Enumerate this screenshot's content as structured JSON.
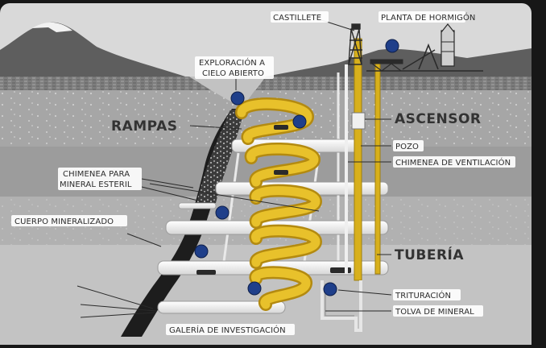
{
  "labels": {
    "castillete": "CASTILLETE",
    "planta_hormigon": "PLANTA DE HORMIGÓN",
    "exploracion_line1": "EXPLORACIÓN A",
    "exploracion_line2": "CIELO ABIERTO",
    "rampas": "RAMPAS",
    "ascensor": "ASCENSOR",
    "pozo": "POZO",
    "chimenea_ventilacion": "CHIMENEA DE VENTILACIÓN",
    "chimenea_esteril_line1": "CHIMENEA PARA",
    "chimenea_esteril_line2": "MINERAL ESTERIL",
    "cuerpo_mineralizado": "CUERPO MINERALIZADO",
    "tuberia": "TUBERÍA",
    "trituracion": "TRITURACIÓN",
    "tolva": "TOLVA DE MINERAL",
    "galeria": "GALERÍA DE INVESTIGACIÓN"
  },
  "colors": {
    "ramp_yellow": "#e8c12b",
    "ramp_dark": "#b38a10",
    "pipe_yellow": "#d8b01c",
    "badge_blue": "#1f3f8a",
    "sky": "#d9d9d9",
    "ground_light": "#a8a8a8",
    "ground_mid": "#9a9a9a",
    "ground_dark": "#8a8a8a"
  }
}
